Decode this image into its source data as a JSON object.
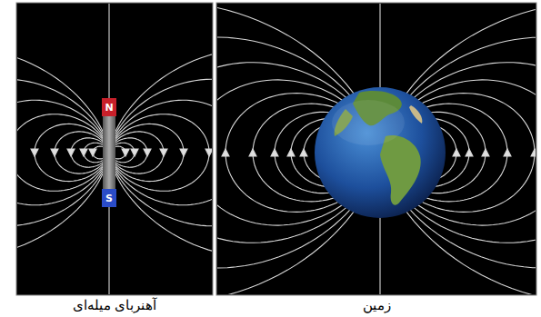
{
  "diagram": {
    "nodes": [
      {
        "text": [
          "N"
        ]
      },
      {
        "text": [
          "S"
        ]
      }
    ],
    "labels": [
      "آهنربای میله‌ای",
      "زمین"
    ]
  }
}
